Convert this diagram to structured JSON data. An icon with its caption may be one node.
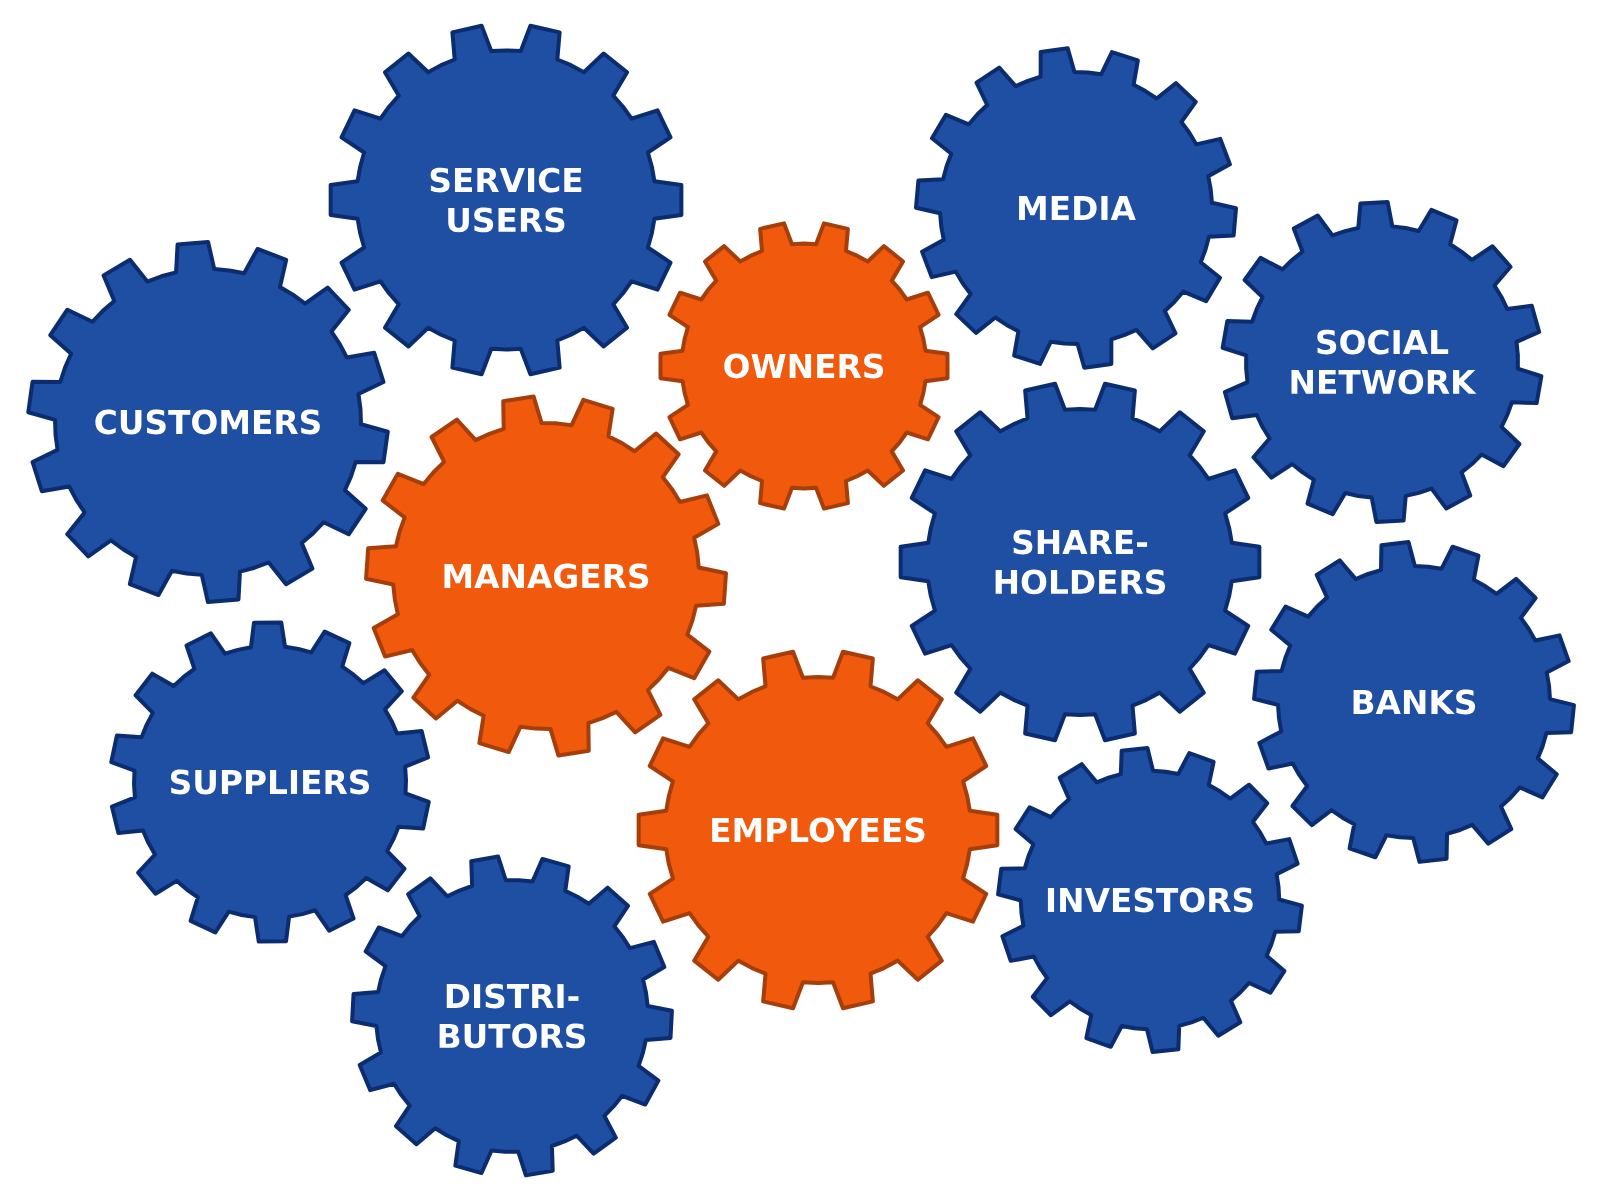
{
  "diagram": {
    "nodes": [
      {
        "text": [
          "SERVICE USERS"
        ]
      },
      {
        "text": [
          "MEDIA"
        ]
      },
      {
        "text": [
          "CUSTOMERS"
        ]
      },
      {
        "text": [
          "OWNERS"
        ]
      },
      {
        "text": [
          "SOCIAL NETWORK"
        ]
      },
      {
        "text": [
          "MANAGERS"
        ]
      },
      {
        "text": [
          "SHARE-HOLDERS"
        ]
      },
      {
        "text": [
          "BANKS"
        ]
      },
      {
        "text": [
          "SUPPLIERS"
        ]
      },
      {
        "text": [
          "EMPLOYEES"
        ]
      },
      {
        "text": [
          "INVESTORS"
        ]
      },
      {
        "text": [
          "DISTRI-BUTORS"
        ]
      }
    ]
  }
}
